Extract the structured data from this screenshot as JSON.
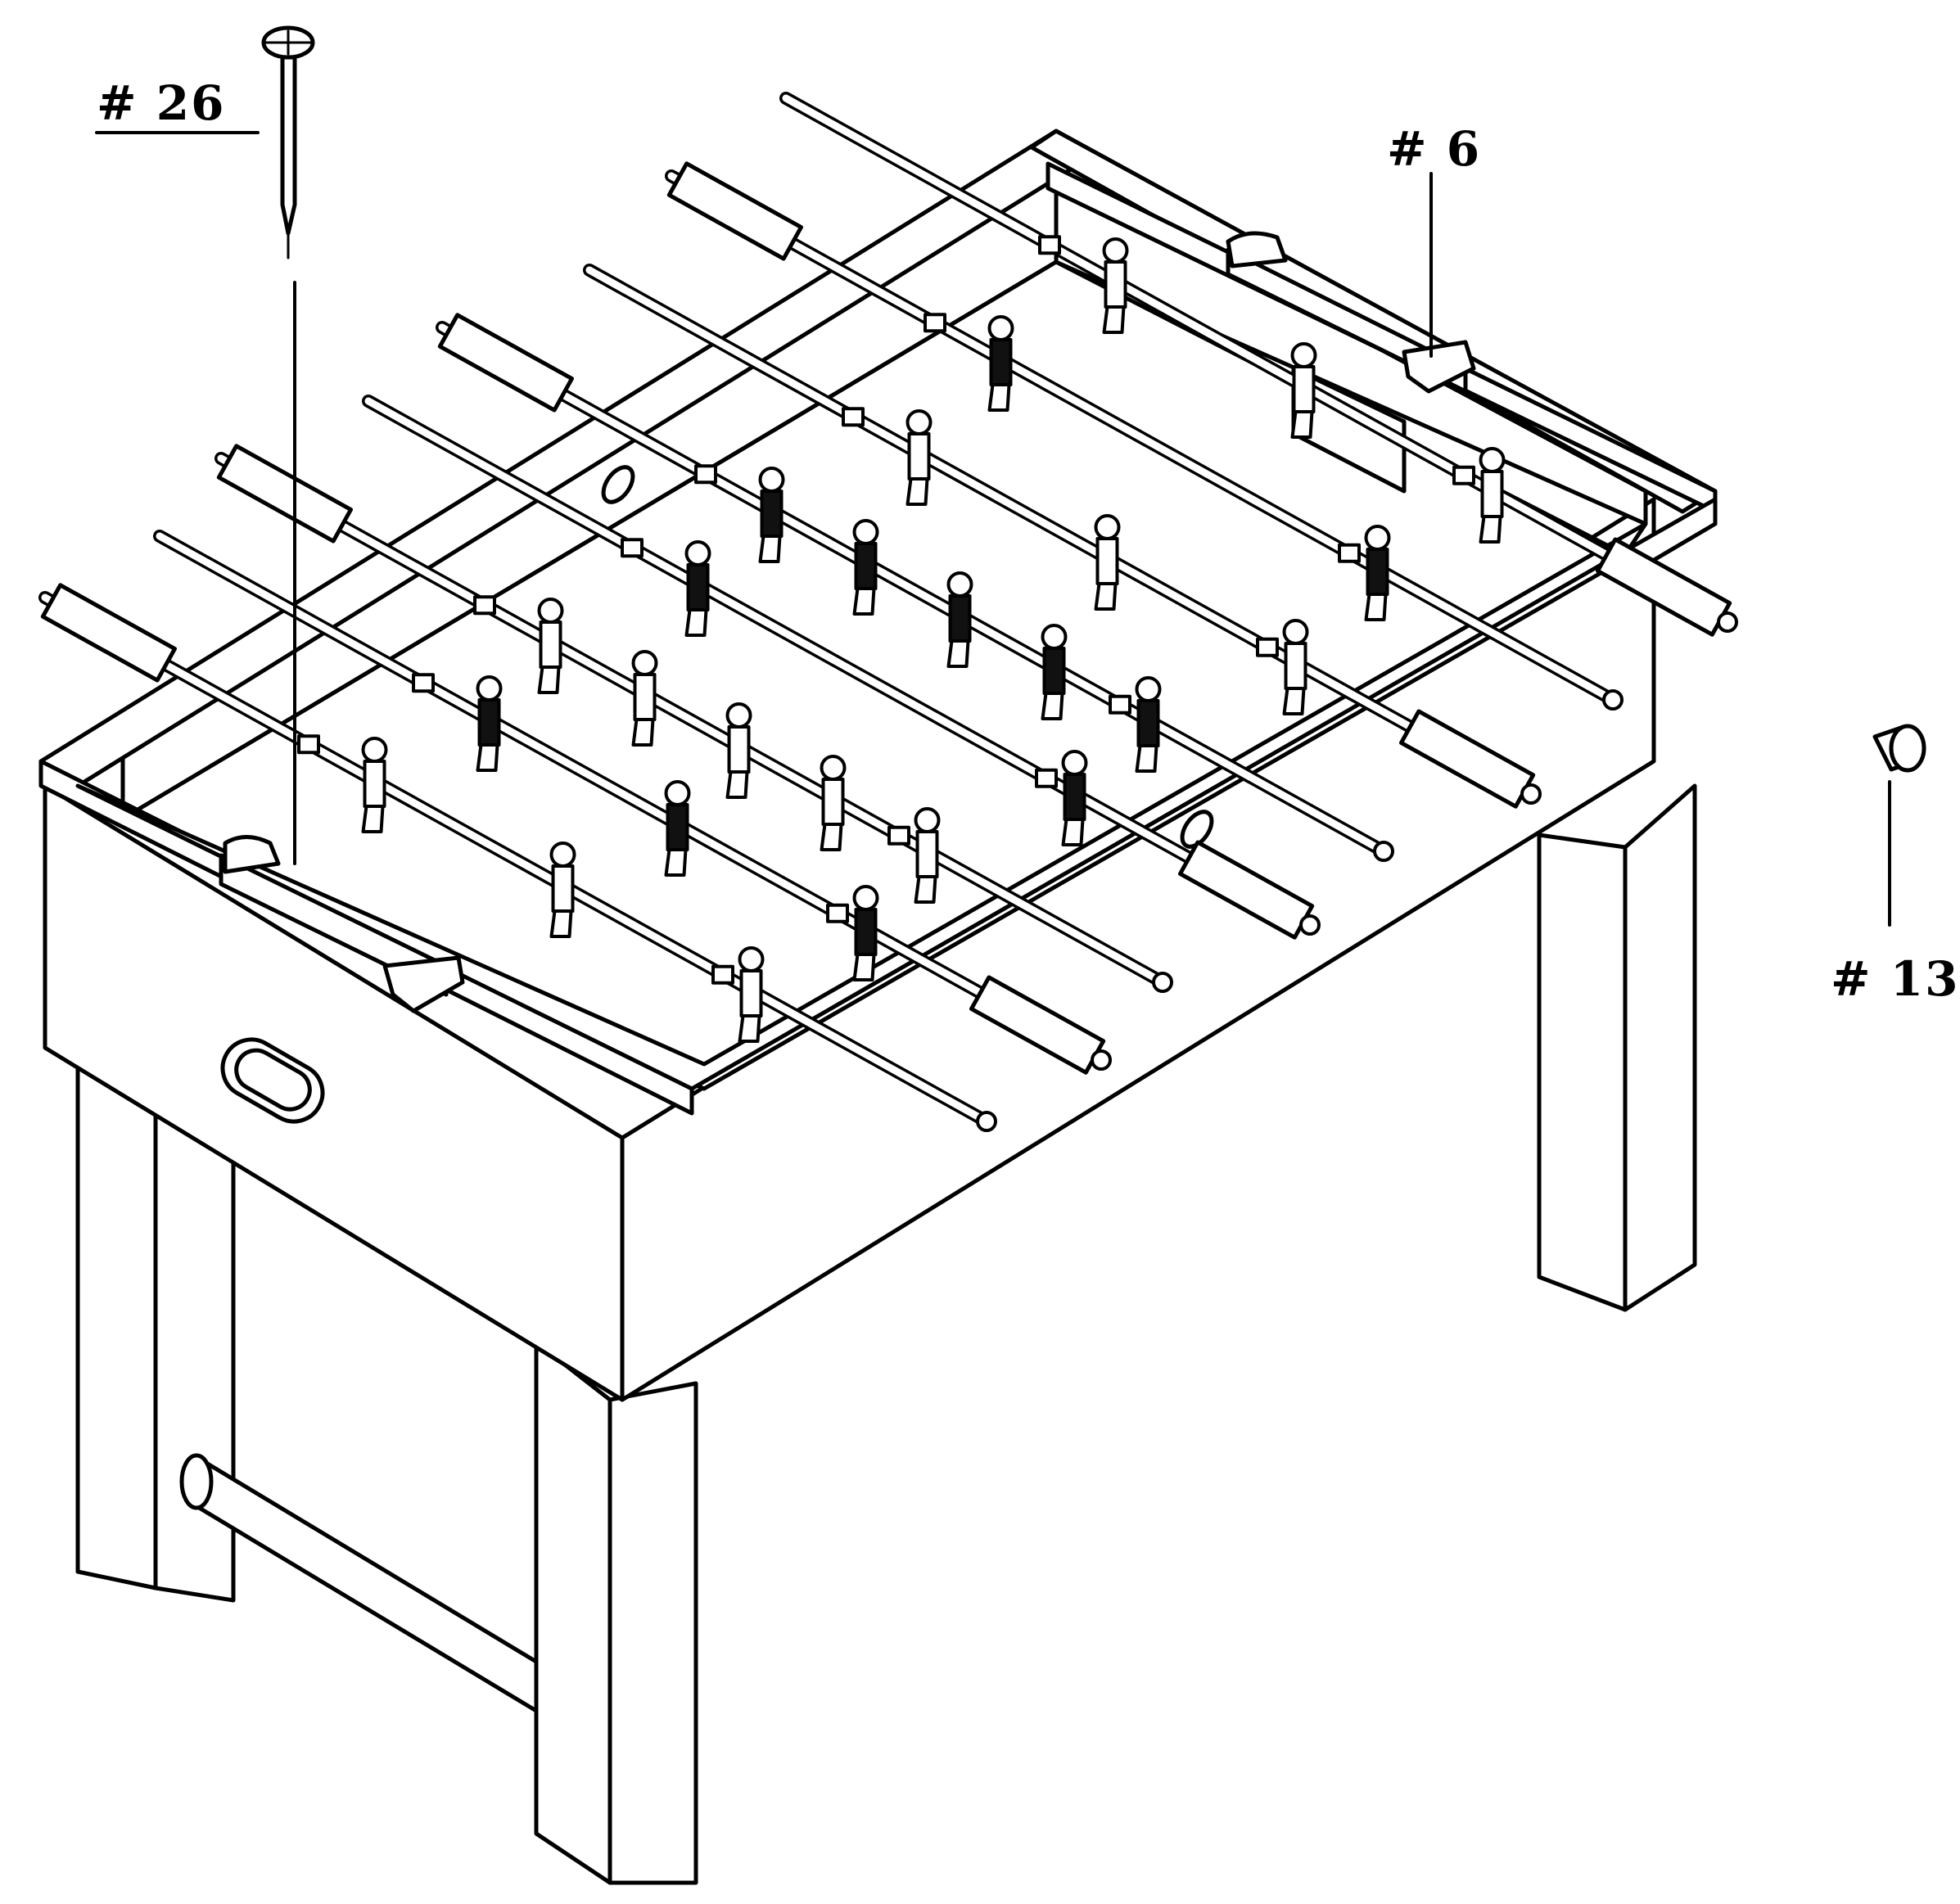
{
  "callouts": {
    "part_26": "# 26",
    "part_6": "# 6",
    "part_13": "# 13"
  },
  "colors": {
    "line": "#000000",
    "background": "#ffffff",
    "dark_player": "#111111",
    "light_player": "#ffffff"
  }
}
